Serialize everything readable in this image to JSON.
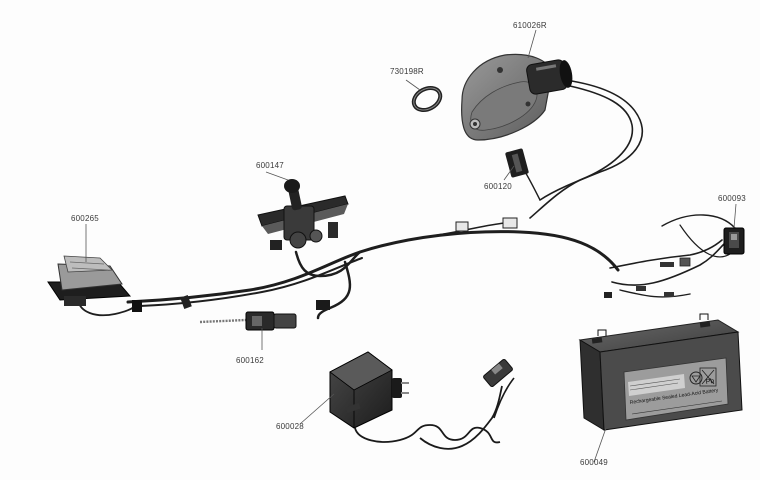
{
  "diagram": {
    "parts": [
      {
        "id": "motor",
        "number": "610026R"
      },
      {
        "id": "motor-ring",
        "number": "730198R"
      },
      {
        "id": "motor-connector",
        "number": "600120"
      },
      {
        "id": "gear-shifter",
        "number": "600147"
      },
      {
        "id": "switch",
        "number": "600093"
      },
      {
        "id": "foot-pedal",
        "number": "600265"
      },
      {
        "id": "inline-switch",
        "number": "600162"
      },
      {
        "id": "charger",
        "number": "600028"
      },
      {
        "id": "battery",
        "number": "600049"
      }
    ],
    "battery_text": {
      "headline": "Rechargeable Sealed Lead-Acid Battery",
      "chemistry": "Pb"
    }
  }
}
